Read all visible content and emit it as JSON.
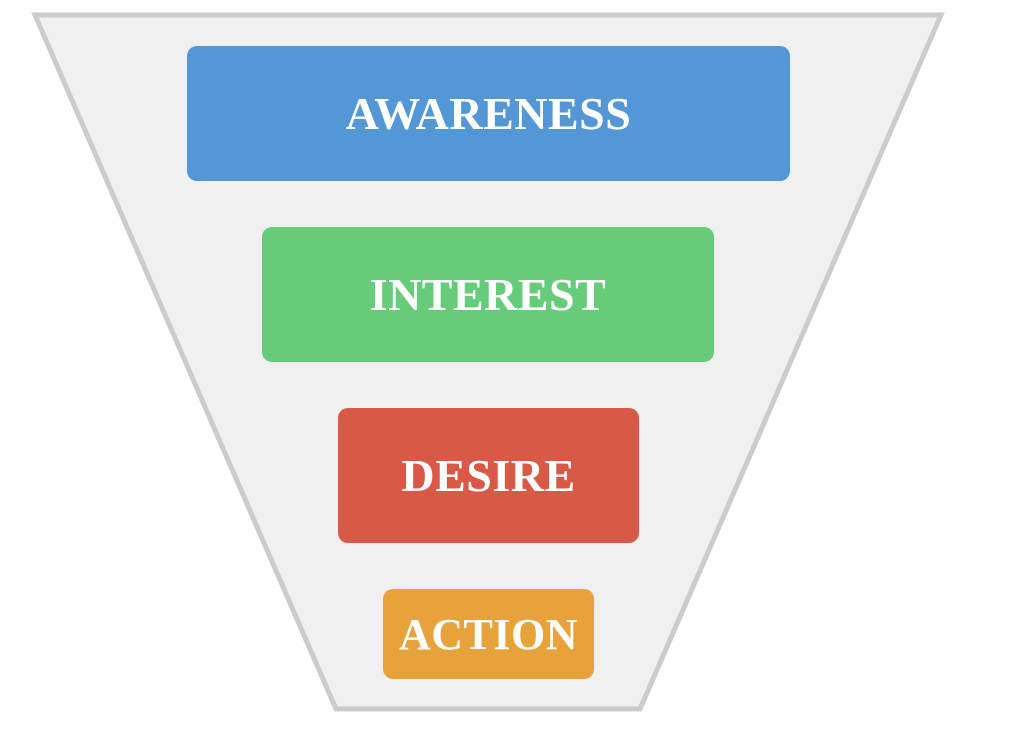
{
  "funnel": {
    "fill_color": "#f0f0f1",
    "stroke_color": "#cccccc",
    "stages": [
      {
        "label": "AWARENESS",
        "color": "#5497d6"
      },
      {
        "label": "INTEREST",
        "color": "#66cc7a"
      },
      {
        "label": "DESIRE",
        "color": "#d95947"
      },
      {
        "label": "ACTION",
        "color": "#e8a23c"
      }
    ]
  }
}
